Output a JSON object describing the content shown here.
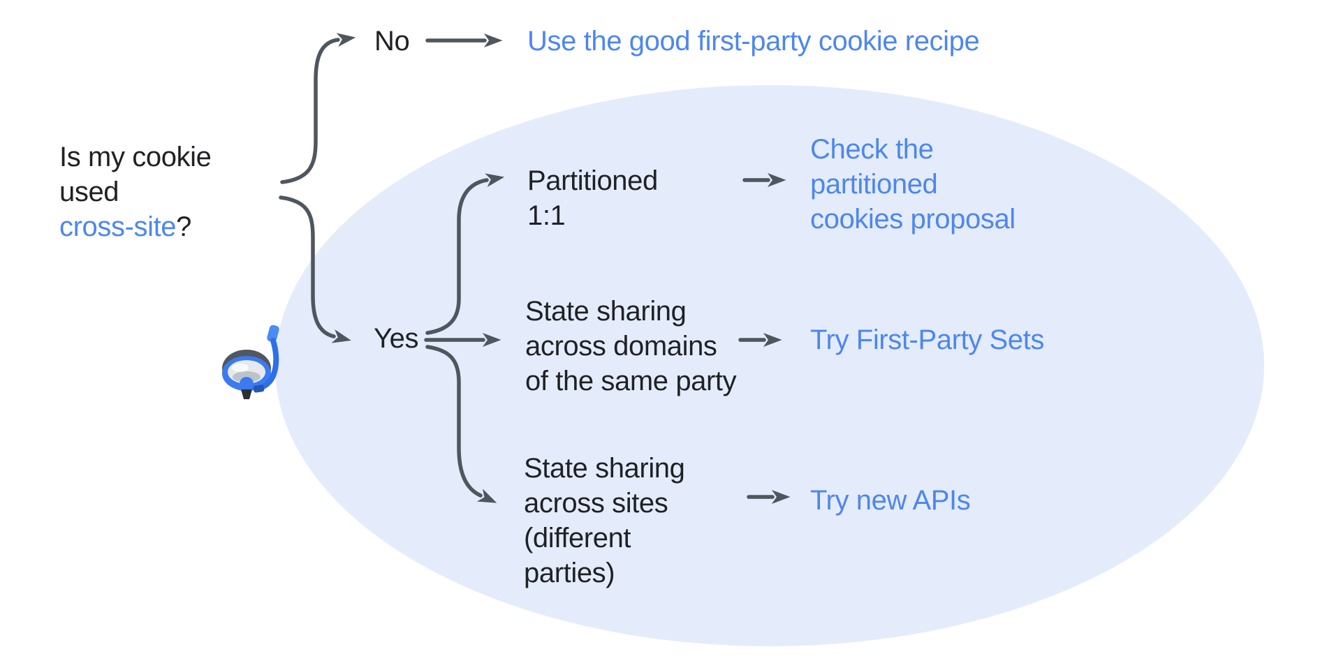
{
  "colors": {
    "background": "#ffffff",
    "ellipse_fill": "#e4ecfb",
    "text_dark": "#1f2125",
    "link_blue": "#4d86f0",
    "arrow_gray": "#4e565e"
  },
  "question": {
    "line1": "Is my cookie",
    "line2": "used",
    "highlight": "cross-site",
    "suffix": "?"
  },
  "branch_no": {
    "label": "No",
    "result": "Use the good first-party cookie recipe"
  },
  "branch_yes": {
    "label": "Yes",
    "cases": [
      {
        "condition": "Partitioned\n1:1",
        "result": "Check the\npartitioned\ncookies proposal"
      },
      {
        "condition": "State sharing\nacross domains\nof the same party",
        "result": "Try First-Party Sets"
      },
      {
        "condition": "State sharing\nacross sites\n(different\nparties)",
        "result": "Try new APIs"
      }
    ]
  },
  "icons": {
    "diving_mask": "🤿"
  }
}
